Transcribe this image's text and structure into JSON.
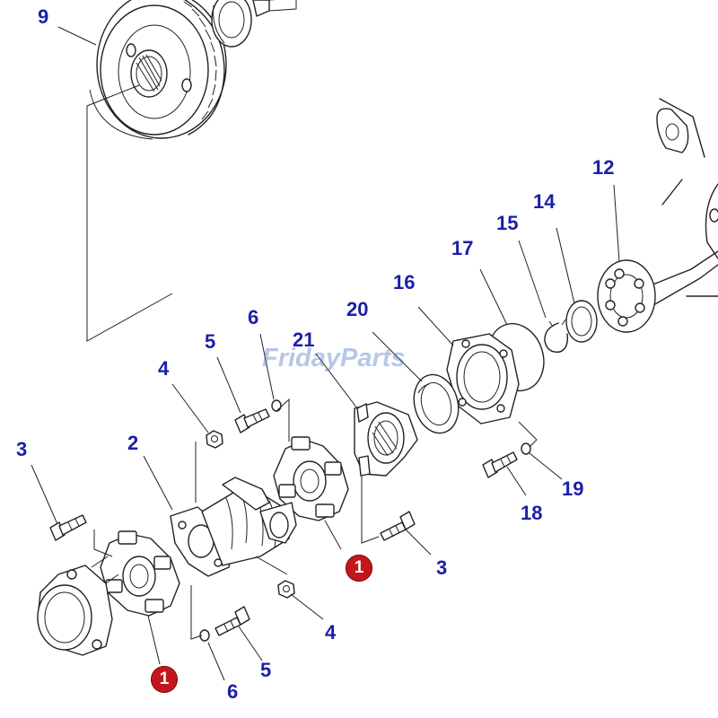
{
  "diagram": {
    "callouts": {
      "p9": "9",
      "p12": "12",
      "p14": "14",
      "p15": "15",
      "p17": "17",
      "p16": "16",
      "p20": "20",
      "p21": "21",
      "p6a": "6",
      "p5a": "5",
      "p4a": "4",
      "p3a": "3",
      "p2": "2",
      "p19": "19",
      "p18": "18",
      "p3b": "3",
      "p4b": "4",
      "p5b": "5",
      "p6b": "6"
    },
    "markers": {
      "m1a": "1",
      "m1b": "1"
    },
    "colors": {
      "callout": "#1a1fa8",
      "marker": "#c4161c",
      "line": "#222222"
    }
  },
  "watermark": {
    "text": "FridayParts"
  }
}
